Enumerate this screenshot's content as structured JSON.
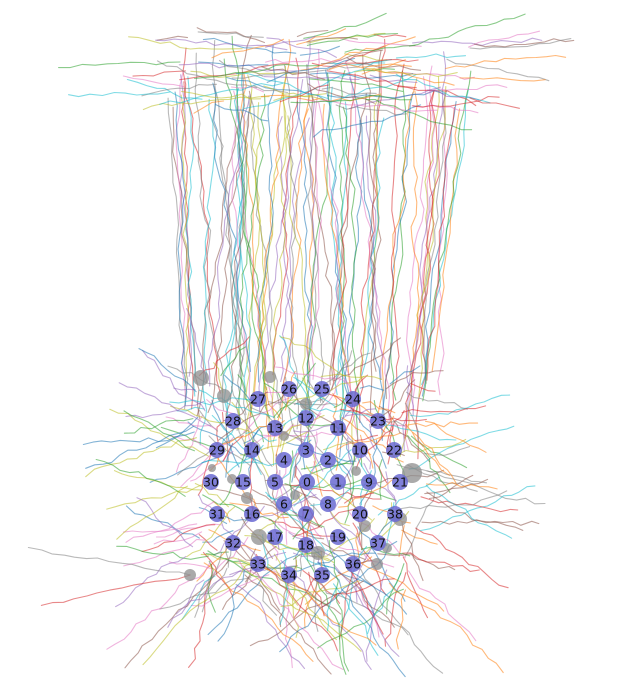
{
  "diagram": {
    "palette": [
      "#1f77b4",
      "#ff7f0e",
      "#2ca02c",
      "#d62728",
      "#9467bd",
      "#8c564b",
      "#e377c2",
      "#7f7f7f",
      "#bcbd22",
      "#17becf"
    ],
    "node_color": "#6a6ad2",
    "soma_color": "#8e8e8e",
    "nodes": [
      {
        "id": "0",
        "label": "0"
      },
      {
        "id": "1",
        "label": "1"
      },
      {
        "id": "2",
        "label": "2"
      },
      {
        "id": "3",
        "label": "3"
      },
      {
        "id": "4",
        "label": "4"
      },
      {
        "id": "5",
        "label": "5"
      },
      {
        "id": "6",
        "label": "6"
      },
      {
        "id": "7",
        "label": "7"
      },
      {
        "id": "8",
        "label": "8"
      },
      {
        "id": "9",
        "label": "9"
      },
      {
        "id": "10",
        "label": "10"
      },
      {
        "id": "11",
        "label": "11"
      },
      {
        "id": "12",
        "label": "12"
      },
      {
        "id": "13",
        "label": "13"
      },
      {
        "id": "14",
        "label": "14"
      },
      {
        "id": "15",
        "label": "15"
      },
      {
        "id": "16",
        "label": "16"
      },
      {
        "id": "17",
        "label": "17"
      },
      {
        "id": "18",
        "label": "18"
      },
      {
        "id": "19",
        "label": "19"
      },
      {
        "id": "20",
        "label": "20"
      },
      {
        "id": "21",
        "label": "21"
      },
      {
        "id": "22",
        "label": "22"
      },
      {
        "id": "23",
        "label": "23"
      },
      {
        "id": "24",
        "label": "24"
      },
      {
        "id": "25",
        "label": "25"
      },
      {
        "id": "26",
        "label": "26"
      },
      {
        "id": "27",
        "label": "27"
      },
      {
        "id": "28",
        "label": "28"
      },
      {
        "id": "29",
        "label": "29"
      },
      {
        "id": "30",
        "label": "30"
      },
      {
        "id": "31",
        "label": "31"
      },
      {
        "id": "32",
        "label": "32"
      },
      {
        "id": "33",
        "label": "33"
      },
      {
        "id": "34",
        "label": "34"
      },
      {
        "id": "35",
        "label": "35"
      },
      {
        "id": "36",
        "label": "36"
      },
      {
        "id": "37",
        "label": "37"
      },
      {
        "id": "38",
        "label": "38"
      }
    ]
  }
}
